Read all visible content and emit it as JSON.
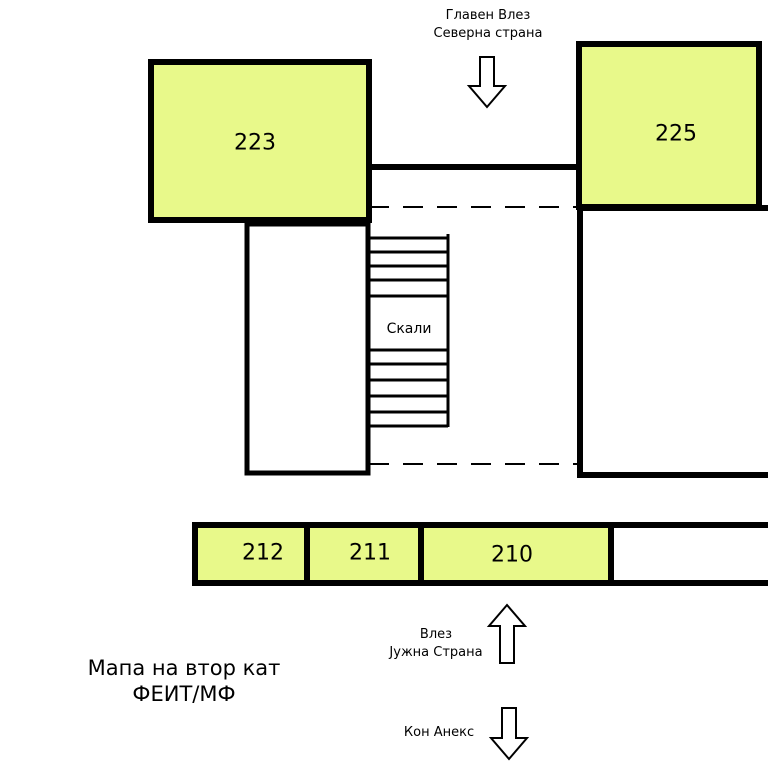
{
  "map": {
    "title_line1": "Мапа на втор кат",
    "title_line2": "ФЕИТ/МФ",
    "room_fill": "#e8f98a",
    "rooms": [
      {
        "label": "223"
      },
      {
        "label": "225"
      },
      {
        "label": "212"
      },
      {
        "label": "211"
      },
      {
        "label": "210"
      }
    ],
    "stairs_label": "Скали",
    "main_entrance_line1": "Главен Влез",
    "main_entrance_line2": "Северна страна",
    "south_entrance_line1": "Влез",
    "south_entrance_line2": "Јужна Страна",
    "annex_label": "Кон Анекс"
  }
}
